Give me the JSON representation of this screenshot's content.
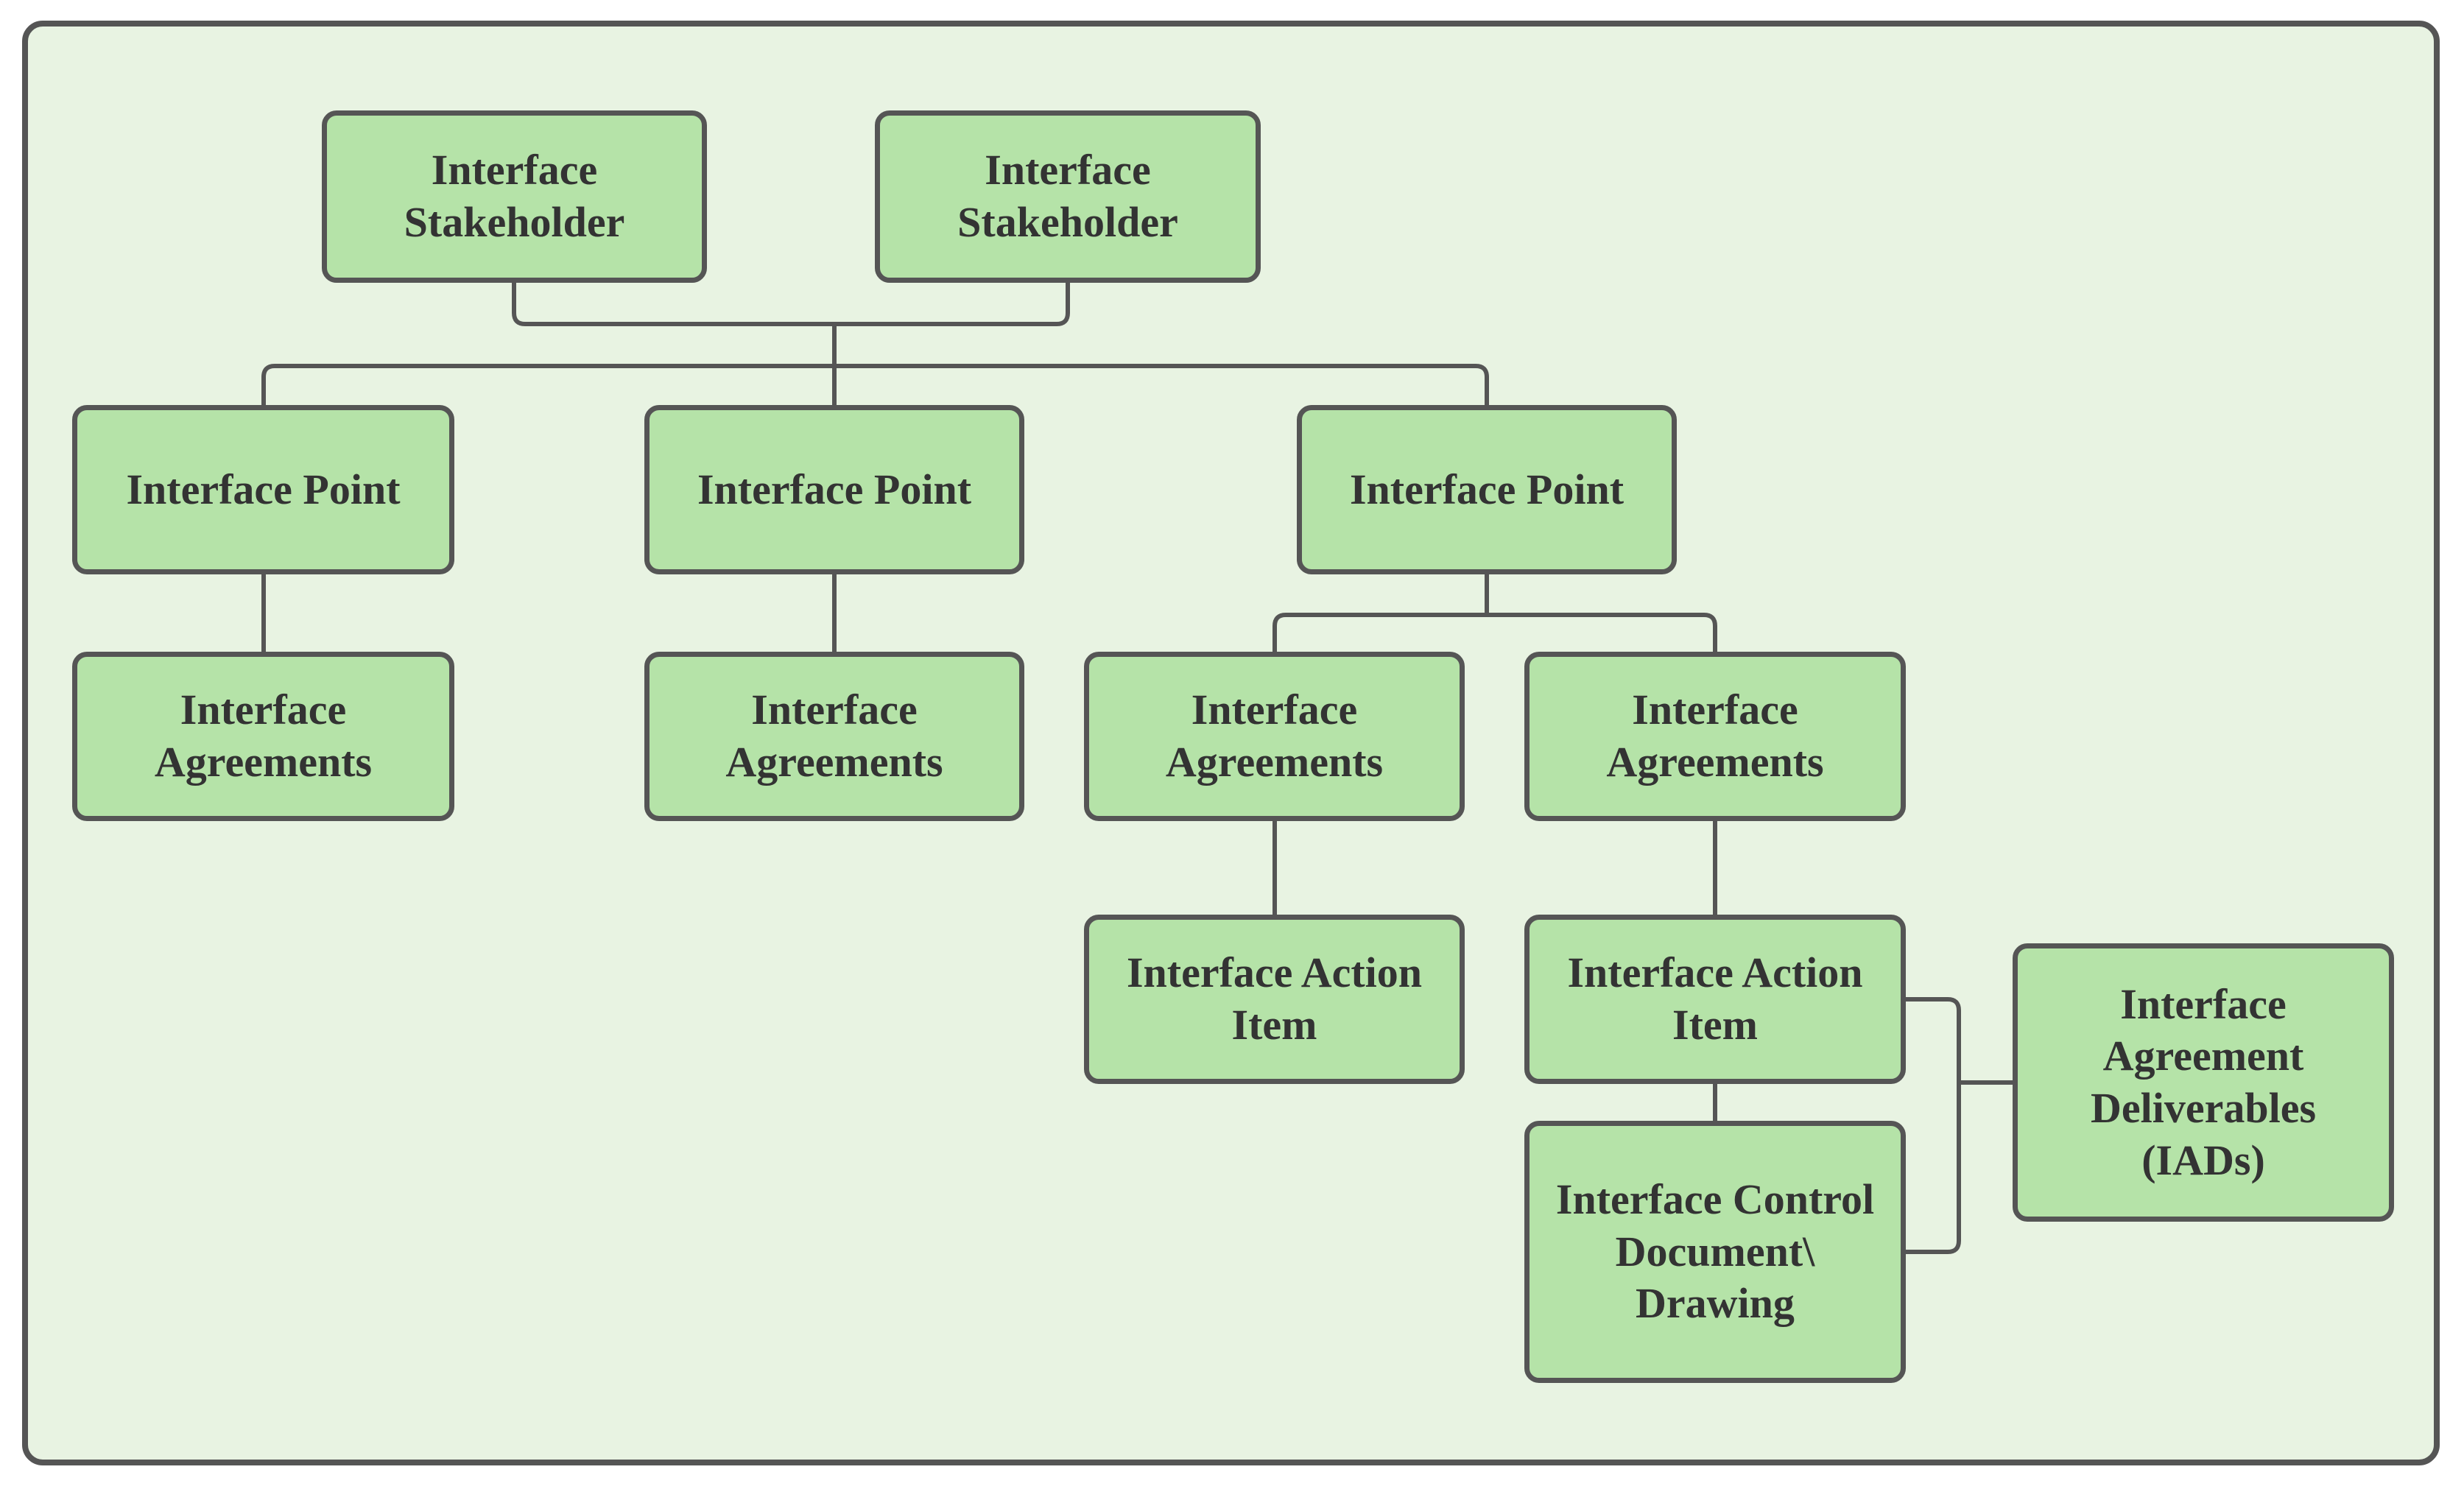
{
  "colors": {
    "stroke": "#555555",
    "node_fill": "#b5e3a8",
    "frame_fill": "#e8f3e2",
    "text": "#333333",
    "page_bg": "#ffffff"
  },
  "nodes": [
    {
      "id": "stakeholder-1",
      "label": "Interface\nStakeholder"
    },
    {
      "id": "stakeholder-2",
      "label": "Interface\nStakeholder"
    },
    {
      "id": "point-1",
      "label": "Interface Point"
    },
    {
      "id": "point-2",
      "label": "Interface Point"
    },
    {
      "id": "point-3",
      "label": "Interface Point"
    },
    {
      "id": "agreements-1",
      "label": "Interface\nAgreements"
    },
    {
      "id": "agreements-2",
      "label": "Interface\nAgreements"
    },
    {
      "id": "agreements-3",
      "label": "Interface\nAgreements"
    },
    {
      "id": "agreements-4",
      "label": "Interface\nAgreements"
    },
    {
      "id": "action-item-1",
      "label": "Interface Action\nItem"
    },
    {
      "id": "action-item-2",
      "label": "Interface Action\nItem"
    },
    {
      "id": "control-document",
      "label": "Interface Control\nDocument\\\nDrawing"
    },
    {
      "id": "deliverables",
      "label": "Interface\nAgreement\nDeliverables\n(IADs)"
    }
  ],
  "edges": [
    {
      "from": "stakeholder-1",
      "to": "points-bus"
    },
    {
      "from": "stakeholder-2",
      "to": "points-bus"
    },
    {
      "from": "points-bus",
      "to": "point-1"
    },
    {
      "from": "points-bus",
      "to": "point-2"
    },
    {
      "from": "points-bus",
      "to": "point-3"
    },
    {
      "from": "point-1",
      "to": "agreements-1"
    },
    {
      "from": "point-2",
      "to": "agreements-2"
    },
    {
      "from": "point-3",
      "to": "agreements-3"
    },
    {
      "from": "point-3",
      "to": "agreements-4"
    },
    {
      "from": "agreements-3",
      "to": "action-item-1"
    },
    {
      "from": "agreements-4",
      "to": "action-item-2"
    },
    {
      "from": "action-item-2",
      "to": "control-document"
    },
    {
      "from": "action-item-2",
      "to": "deliverables"
    },
    {
      "from": "control-document",
      "to": "deliverables"
    }
  ]
}
